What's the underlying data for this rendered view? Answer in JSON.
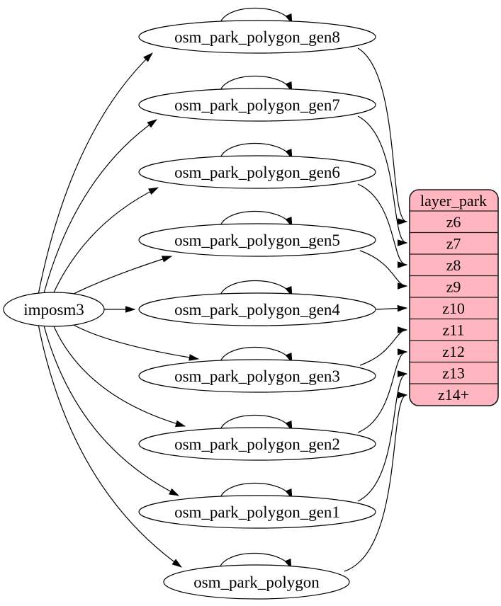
{
  "diagram_type": "graphviz-dependency-graph",
  "colors": {
    "background": "#ffffff",
    "node_fill": "#ffffff",
    "layer_fill": "#ffb6c1",
    "stroke": "#000000"
  },
  "source": {
    "label": "imposm3"
  },
  "nodes": [
    {
      "label": "osm_park_polygon_gen8",
      "target_row": "z6"
    },
    {
      "label": "osm_park_polygon_gen7",
      "target_row": "z7"
    },
    {
      "label": "osm_park_polygon_gen6",
      "target_row": "z8"
    },
    {
      "label": "osm_park_polygon_gen5",
      "target_row": "z9"
    },
    {
      "label": "osm_park_polygon_gen4",
      "target_row": "z10"
    },
    {
      "label": "osm_park_polygon_gen3",
      "target_row": "z11"
    },
    {
      "label": "osm_park_polygon_gen2",
      "target_row": "z12"
    },
    {
      "label": "osm_park_polygon_gen1",
      "target_row": "z13"
    },
    {
      "label": "osm_park_polygon",
      "target_row": "z14+"
    }
  ],
  "layer_table": {
    "title": "layer_park",
    "rows": [
      "z6",
      "z7",
      "z8",
      "z9",
      "z10",
      "z11",
      "z12",
      "z13",
      "z14+"
    ]
  },
  "edges": [
    {
      "from": "imposm3",
      "to": "osm_park_polygon_gen8"
    },
    {
      "from": "imposm3",
      "to": "osm_park_polygon_gen7"
    },
    {
      "from": "imposm3",
      "to": "osm_park_polygon_gen6"
    },
    {
      "from": "imposm3",
      "to": "osm_park_polygon_gen5"
    },
    {
      "from": "imposm3",
      "to": "osm_park_polygon_gen4"
    },
    {
      "from": "imposm3",
      "to": "osm_park_polygon_gen3"
    },
    {
      "from": "imposm3",
      "to": "osm_park_polygon_gen2"
    },
    {
      "from": "imposm3",
      "to": "osm_park_polygon_gen1"
    },
    {
      "from": "imposm3",
      "to": "osm_park_polygon"
    },
    {
      "from": "osm_park_polygon_gen8",
      "to": "osm_park_polygon_gen8"
    },
    {
      "from": "osm_park_polygon_gen7",
      "to": "osm_park_polygon_gen7"
    },
    {
      "from": "osm_park_polygon_gen6",
      "to": "osm_park_polygon_gen6"
    },
    {
      "from": "osm_park_polygon_gen5",
      "to": "osm_park_polygon_gen5"
    },
    {
      "from": "osm_park_polygon_gen4",
      "to": "osm_park_polygon_gen4"
    },
    {
      "from": "osm_park_polygon_gen3",
      "to": "osm_park_polygon_gen3"
    },
    {
      "from": "osm_park_polygon_gen2",
      "to": "osm_park_polygon_gen2"
    },
    {
      "from": "osm_park_polygon_gen1",
      "to": "osm_park_polygon_gen1"
    },
    {
      "from": "osm_park_polygon",
      "to": "osm_park_polygon"
    },
    {
      "from": "osm_park_polygon_gen8",
      "to": "layer_park.z6"
    },
    {
      "from": "osm_park_polygon_gen7",
      "to": "layer_park.z7"
    },
    {
      "from": "osm_park_polygon_gen6",
      "to": "layer_park.z8"
    },
    {
      "from": "osm_park_polygon_gen5",
      "to": "layer_park.z9"
    },
    {
      "from": "osm_park_polygon_gen4",
      "to": "layer_park.z10"
    },
    {
      "from": "osm_park_polygon_gen3",
      "to": "layer_park.z11"
    },
    {
      "from": "osm_park_polygon_gen2",
      "to": "layer_park.z12"
    },
    {
      "from": "osm_park_polygon_gen1",
      "to": "layer_park.z13"
    },
    {
      "from": "osm_park_polygon",
      "to": "layer_park.z14+"
    }
  ]
}
